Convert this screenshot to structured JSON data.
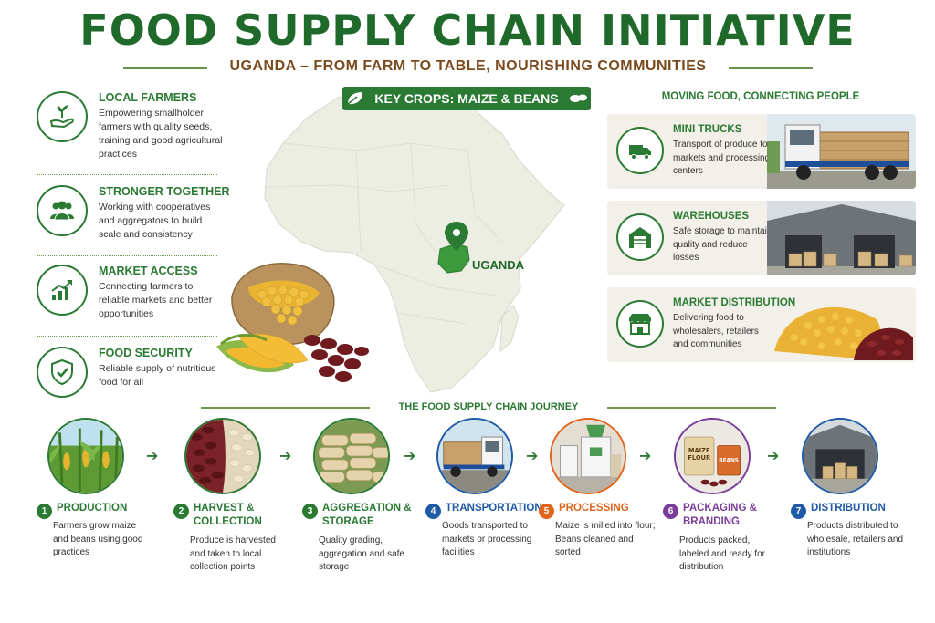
{
  "header": {
    "title": "FOOD SUPPLY CHAIN INITIATIVE",
    "subtitle": "UGANDA – FROM FARM TO TABLE, NOURISHING COMMUNITIES"
  },
  "key_crops": "KEY CROPS: MAIZE & BEANS",
  "map_label": "UGANDA",
  "left_items": [
    {
      "title": "LOCAL FARMERS",
      "desc": "Empowering smallholder farmers with quality seeds, training and good agricultural practices",
      "icon": "hand-plant-icon"
    },
    {
      "title": "STRONGER TOGETHER",
      "desc": "Working with cooperatives and aggregators to build scale and consistency",
      "icon": "people-group-icon"
    },
    {
      "title": "MARKET ACCESS",
      "desc": "Connecting farmers to reliable markets and better opportunities",
      "icon": "growth-chart-icon"
    },
    {
      "title": "FOOD SECURITY",
      "desc": "Reliable supply of nutritious food for all",
      "icon": "shield-check-icon"
    }
  ],
  "right_section": {
    "heading": "MOVING FOOD, CONNECTING PEOPLE",
    "cards": [
      {
        "title": "MINI TRUCKS",
        "desc": "Transport of produce to markets and processing centers",
        "icon": "truck-icon"
      },
      {
        "title": "WAREHOUSES",
        "desc": "Safe storage to maintain quality and reduce losses",
        "icon": "warehouse-icon"
      },
      {
        "title": "MARKET DISTRIBUTION",
        "desc": "Delivering food to wholesalers, retailers and communities",
        "icon": "market-stall-icon"
      }
    ]
  },
  "journey": {
    "heading": "THE FOOD SUPPLY CHAIN JOURNEY",
    "steps": [
      {
        "num": "1",
        "title": "PRODUCTION",
        "desc": "Farmers grow maize and beans using good practices",
        "color": "#2b7a34"
      },
      {
        "num": "2",
        "title": "HARVEST & COLLECTION",
        "desc": "Produce is harvested and taken to local collection points",
        "color": "#2b7a34"
      },
      {
        "num": "3",
        "title": "AGGREGATION & STORAGE",
        "desc": "Quality grading, aggregation and safe storage",
        "color": "#2b7a34"
      },
      {
        "num": "4",
        "title": "TRANSPORTATION",
        "desc": "Goods transported to markets or processing facilities",
        "color": "#1f5aa6"
      },
      {
        "num": "5",
        "title": "PROCESSING",
        "desc": "Maize is milled into flour; Beans cleaned and sorted",
        "color": "#e0641c"
      },
      {
        "num": "6",
        "title": "PACKAGING & BRANDING",
        "desc": "Products packed, labeled and ready for distribution",
        "color": "#7a3d9a"
      },
      {
        "num": "7",
        "title": "DISTRIBUTION",
        "desc": "Products distributed to wholesale, retailers and institutions",
        "color": "#1f5aa6"
      }
    ],
    "packaging_labels": {
      "flour": "MAIZE FLOUR",
      "beans": "BEANS"
    }
  }
}
